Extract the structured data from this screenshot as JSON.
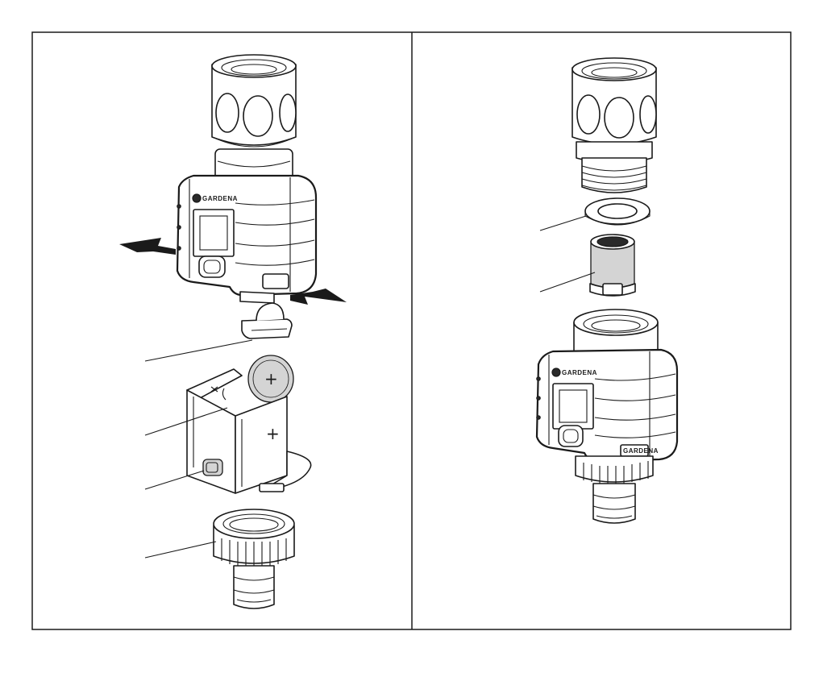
{
  "brand_mark": "GARDENA",
  "battery_polarity": "+",
  "panels": {
    "left": {
      "parts": [
        {
          "id": "battery-cover"
        },
        {
          "id": "battery-compartment"
        },
        {
          "id": "battery-contact"
        },
        {
          "id": "tap-connector-nut"
        }
      ]
    },
    "right": {
      "parts": [
        {
          "id": "flat-seal"
        },
        {
          "id": "filter-insert"
        }
      ]
    }
  }
}
